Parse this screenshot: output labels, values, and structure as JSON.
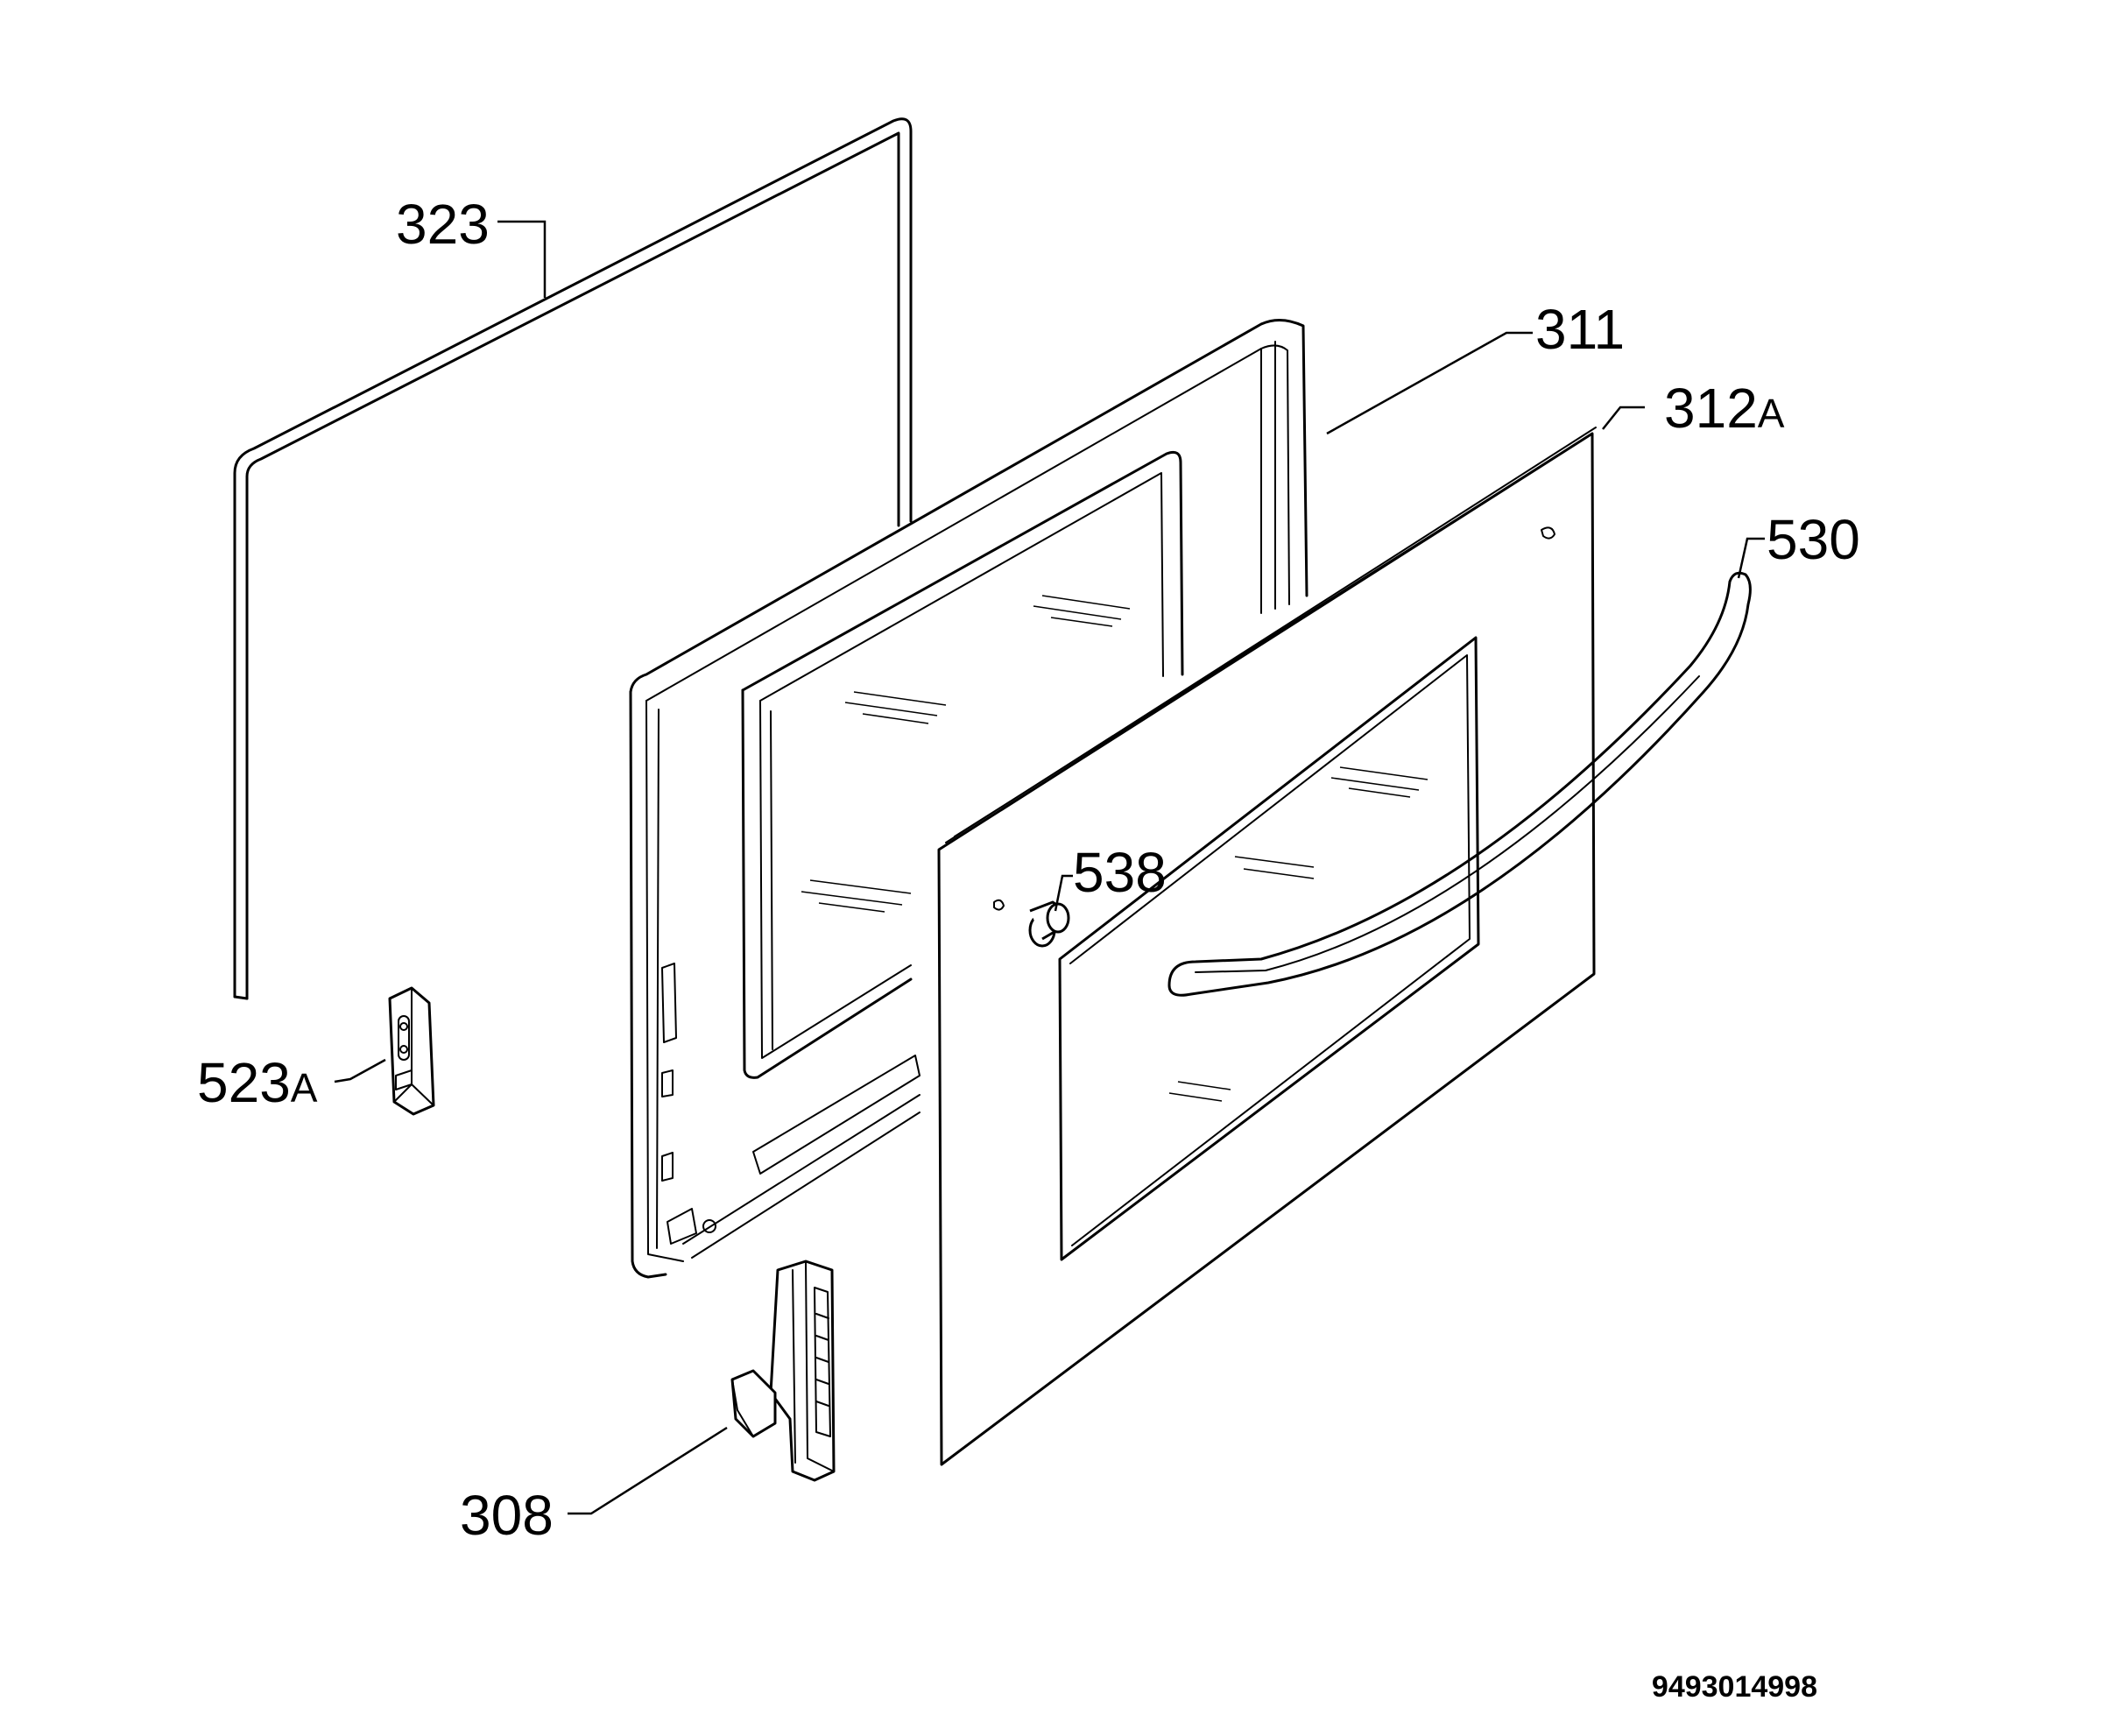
{
  "callouts": {
    "p323": "323",
    "p311": "311",
    "p312a_num": "312",
    "p312a_suffix": "A",
    "p530": "530",
    "p538": "538",
    "p523a_num": "523",
    "p523a_suffix": "A",
    "p308": "308"
  },
  "document_number": "9493014998"
}
